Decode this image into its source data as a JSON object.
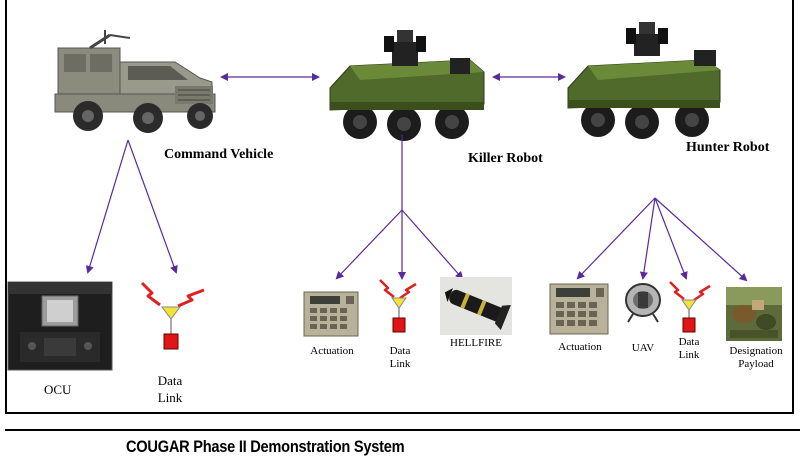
{
  "vehicles": {
    "command": "Command Vehicle",
    "killer": "Killer Robot",
    "hunter": "Hunter Robot"
  },
  "subsystems": {
    "command": {
      "ocu": "OCU",
      "datalink_1": "Data",
      "datalink_2": "Link"
    },
    "killer": {
      "actuation": "Actuation",
      "datalink_1": "Data",
      "datalink_2": "Link",
      "hellfire": "HELLFIRE"
    },
    "hunter": {
      "actuation": "Actuation",
      "uav": "UAV",
      "datalink_1": "Data",
      "datalink_2": "Link",
      "designation_1": "Designation",
      "designation_2": "Payload"
    }
  },
  "caption": "COUGAR Phase II Demonstration System",
  "colors": {
    "arrow": "#5a2a9a",
    "lightning": "#e02020",
    "antenna": "#f2e23a",
    "box": "#e01515"
  }
}
